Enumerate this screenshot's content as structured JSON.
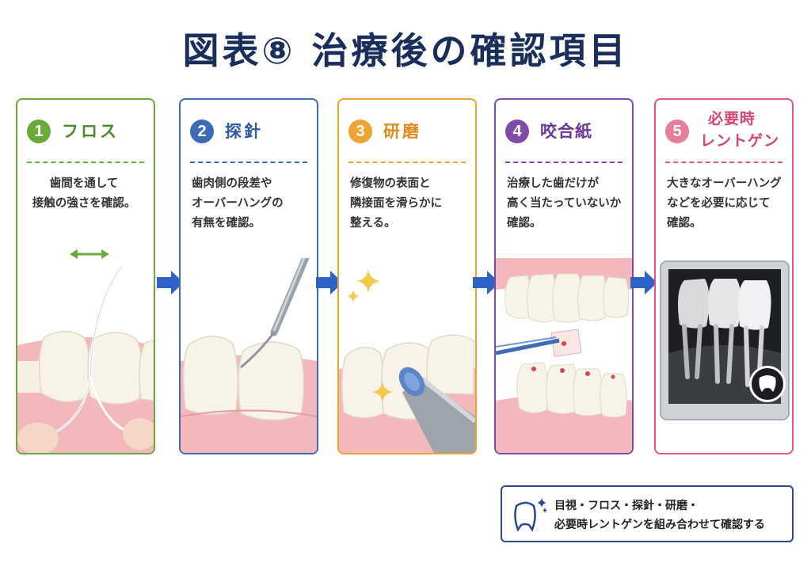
{
  "title": "図表⑧ 治療後の確認項目",
  "cards": [
    {
      "num": "1",
      "title": "フロス",
      "desc": [
        "歯間を通して",
        "接触の強さを確認。"
      ],
      "color": "#6aaa3a"
    },
    {
      "num": "2",
      "title": "探針",
      "desc": [
        "歯肉側の段差や",
        "オーバーハングの",
        "有無を確認。"
      ],
      "color": "#3d6bb5"
    },
    {
      "num": "3",
      "title": "研磨",
      "desc": [
        "修復物の表面と",
        "隣接面を滑らかに",
        "整える。"
      ],
      "color": "#eda532"
    },
    {
      "num": "4",
      "title": "咬合紙",
      "desc": [
        "治療した歯だけが",
        "高く当たっていないか",
        "確認。"
      ],
      "color": "#7f4aa8"
    },
    {
      "num": "5",
      "title_lines": [
        "必要時",
        "レントゲン"
      ],
      "desc": [
        "大きなオーバーハング",
        "などを必要に応じて",
        "確認。"
      ],
      "color": "#e0577f"
    }
  ],
  "note": {
    "lines": [
      "目視・フロス・探針・研磨・",
      "必要時レントゲンを組み合わせて確認する"
    ],
    "color": "#2b4a8b"
  },
  "icons": {
    "arrow": "right-arrow-icon",
    "tooth": "tooth-icon",
    "sparkle": "sparkle-icon",
    "double_arrow": "double-arrow-icon"
  }
}
